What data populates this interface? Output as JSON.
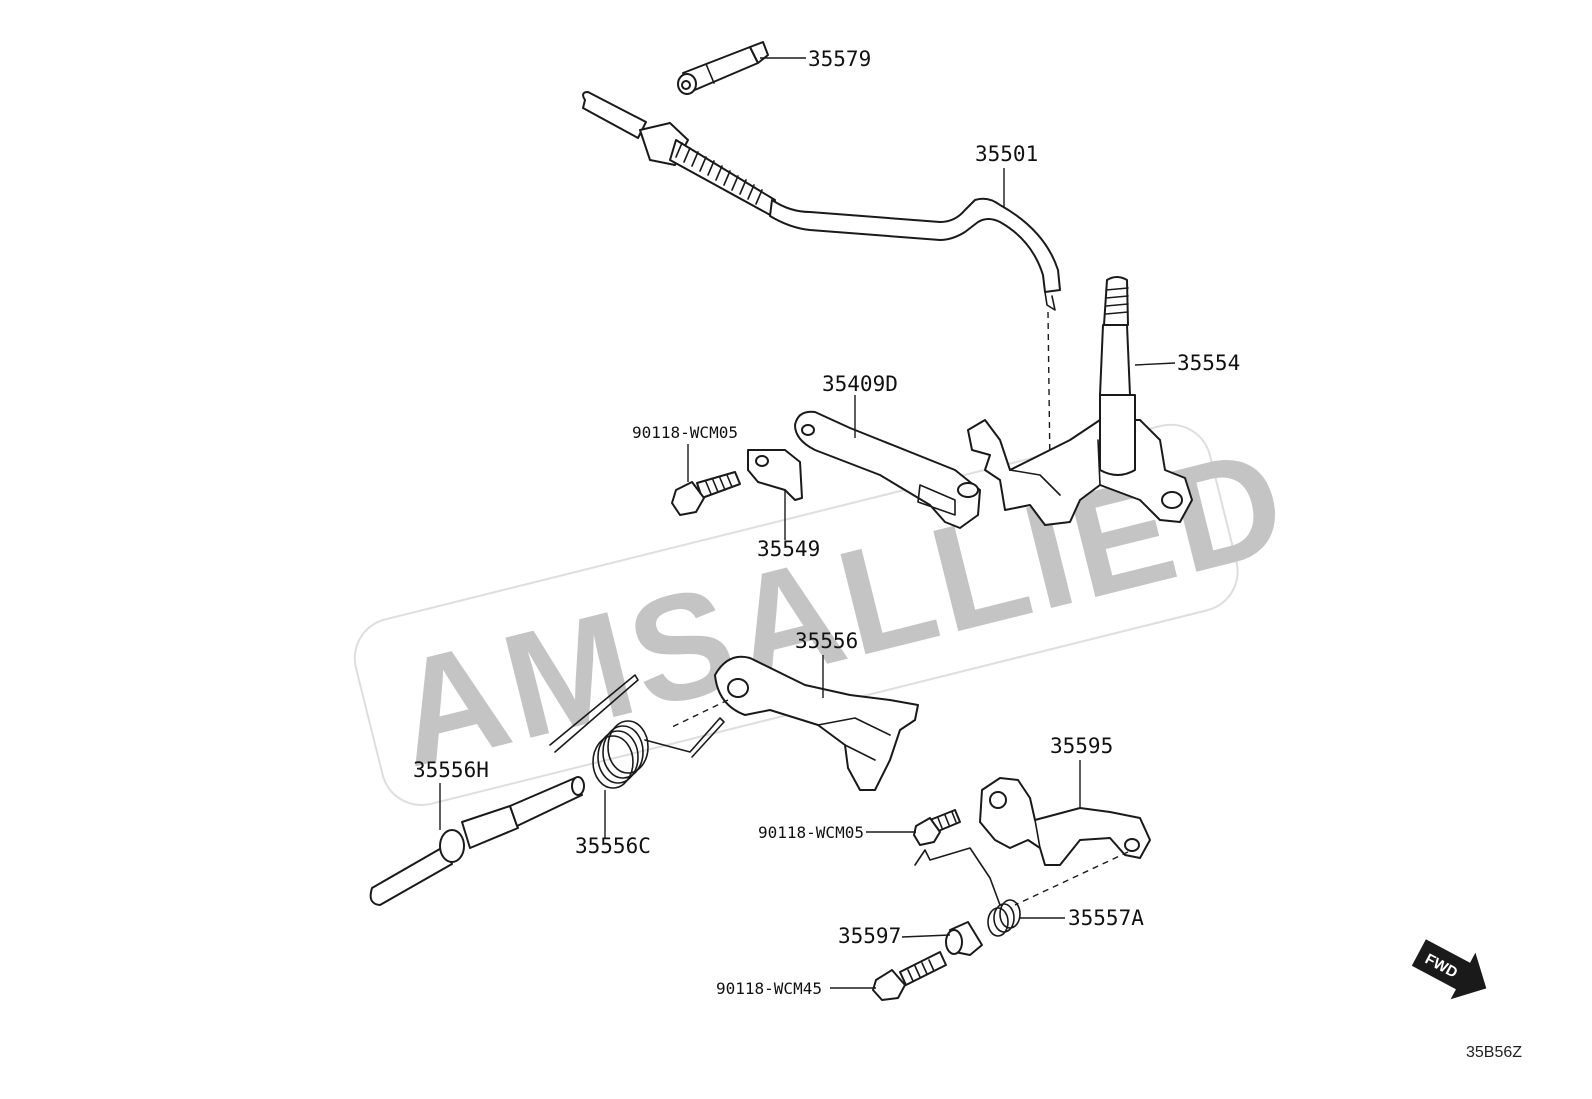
{
  "watermark": "AMSALLIED",
  "direction_badge": "FWD",
  "diagram_code": "35B56Z",
  "parts": [
    {
      "part_number": "35579"
    },
    {
      "part_number": "35501"
    },
    {
      "part_number": "35554"
    },
    {
      "part_number": "35409D"
    },
    {
      "part_number": "90118-WCM05"
    },
    {
      "part_number": "35549"
    },
    {
      "part_number": "35556"
    },
    {
      "part_number": "35556H"
    },
    {
      "part_number": "35556C"
    },
    {
      "part_number": "35595"
    },
    {
      "part_number": "90118-WCM05"
    },
    {
      "part_number": "35597"
    },
    {
      "part_number": "35557A"
    },
    {
      "part_number": "90118-WCM45"
    }
  ]
}
